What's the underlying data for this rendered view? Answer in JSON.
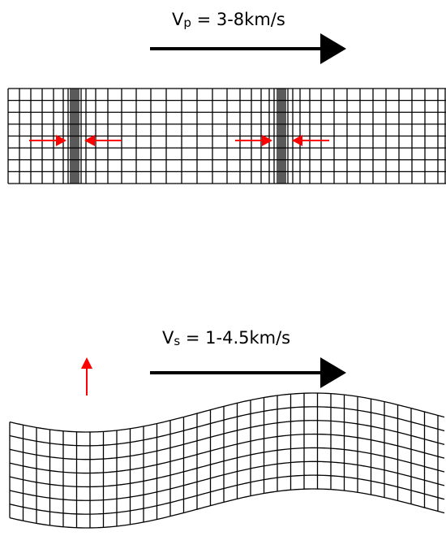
{
  "p_wave": {
    "symbol": "V",
    "subscript": "p",
    "equals": " = ",
    "speed": "3-8km/s"
  },
  "s_wave": {
    "symbol": "V",
    "subscript": "s",
    "equals": " = ",
    "speed": "1-4.5km/s"
  },
  "colors": {
    "line": "#000000",
    "arrow_red": "#ff0000",
    "background": "#ffffff"
  }
}
